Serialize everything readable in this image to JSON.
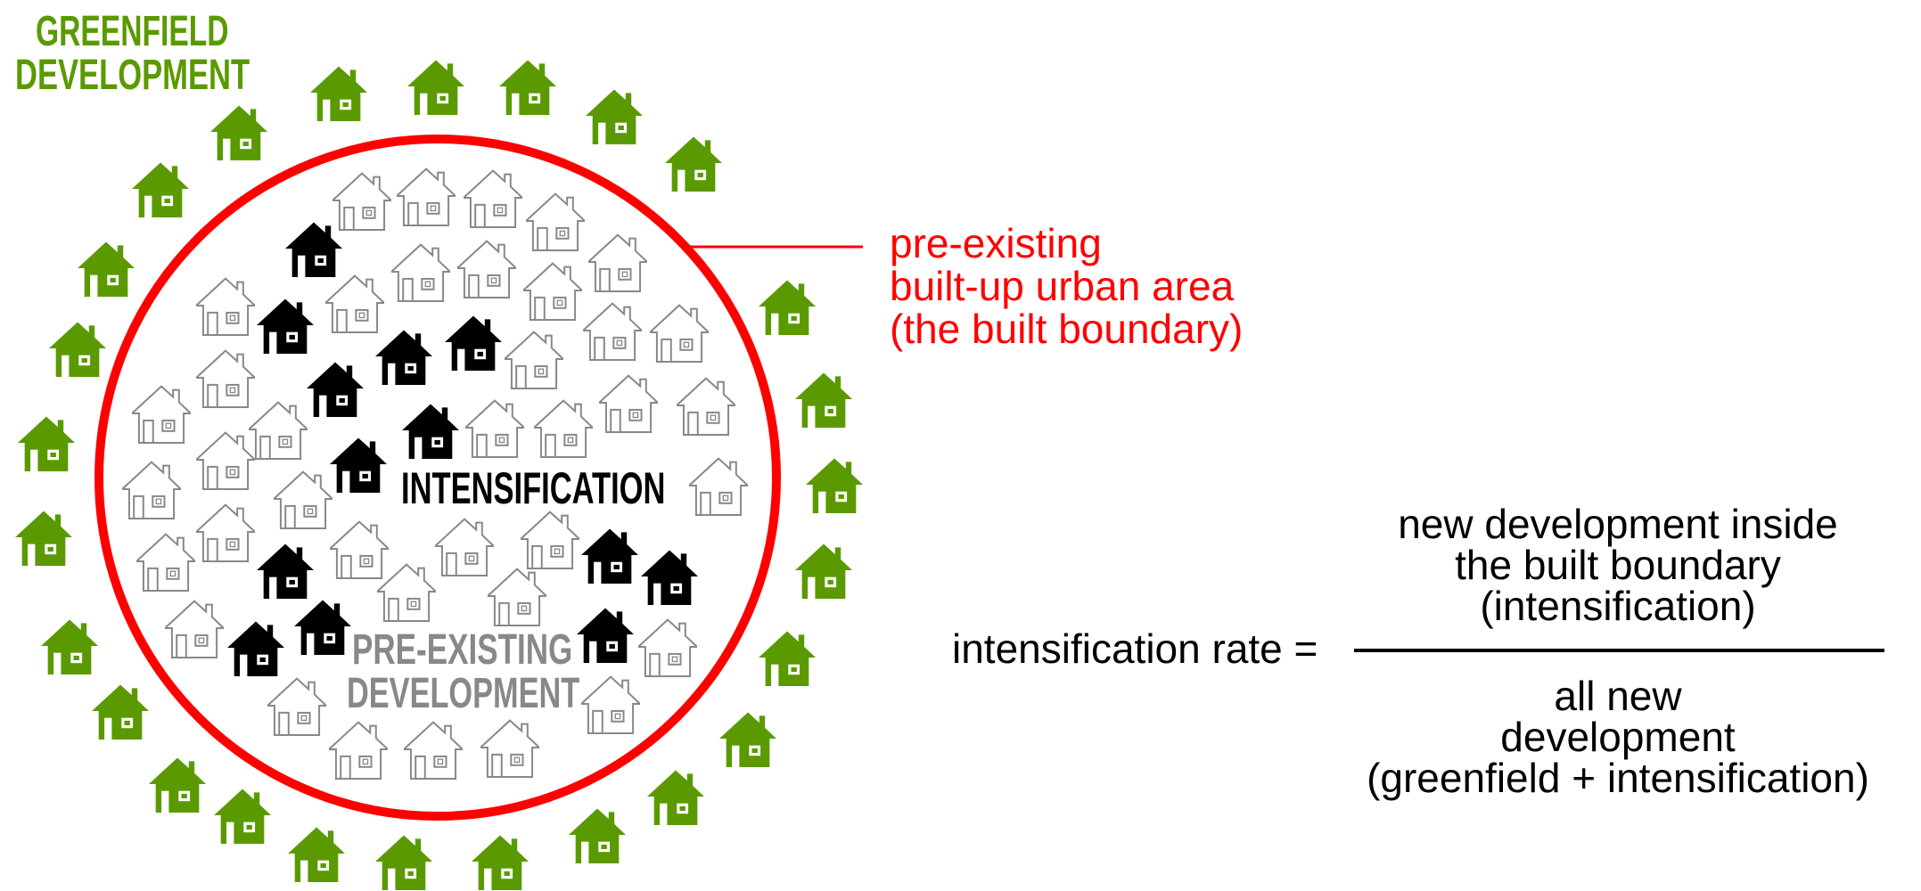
{
  "labels": {
    "greenfield": [
      "GREENFIELD",
      "DEVELOPMENT"
    ],
    "intensification": "INTENSIFICATION",
    "pre_existing": [
      "PRE-EXISTING",
      "DEVELOPMENT"
    ],
    "boundary": [
      "pre-existing",
      "built-up urban area",
      "(the built boundary)"
    ]
  },
  "formula": {
    "lhs": "intensification rate =",
    "numerator": [
      "new development inside",
      "the built boundary",
      "(intensification)"
    ],
    "denominator": [
      "all new",
      "development",
      "(greenfield + intensification)"
    ]
  },
  "colors": {
    "greenfield": "#5a9a00",
    "intensification": "#000000",
    "pre_existing": "#888888",
    "boundary": "#ff0000"
  }
}
